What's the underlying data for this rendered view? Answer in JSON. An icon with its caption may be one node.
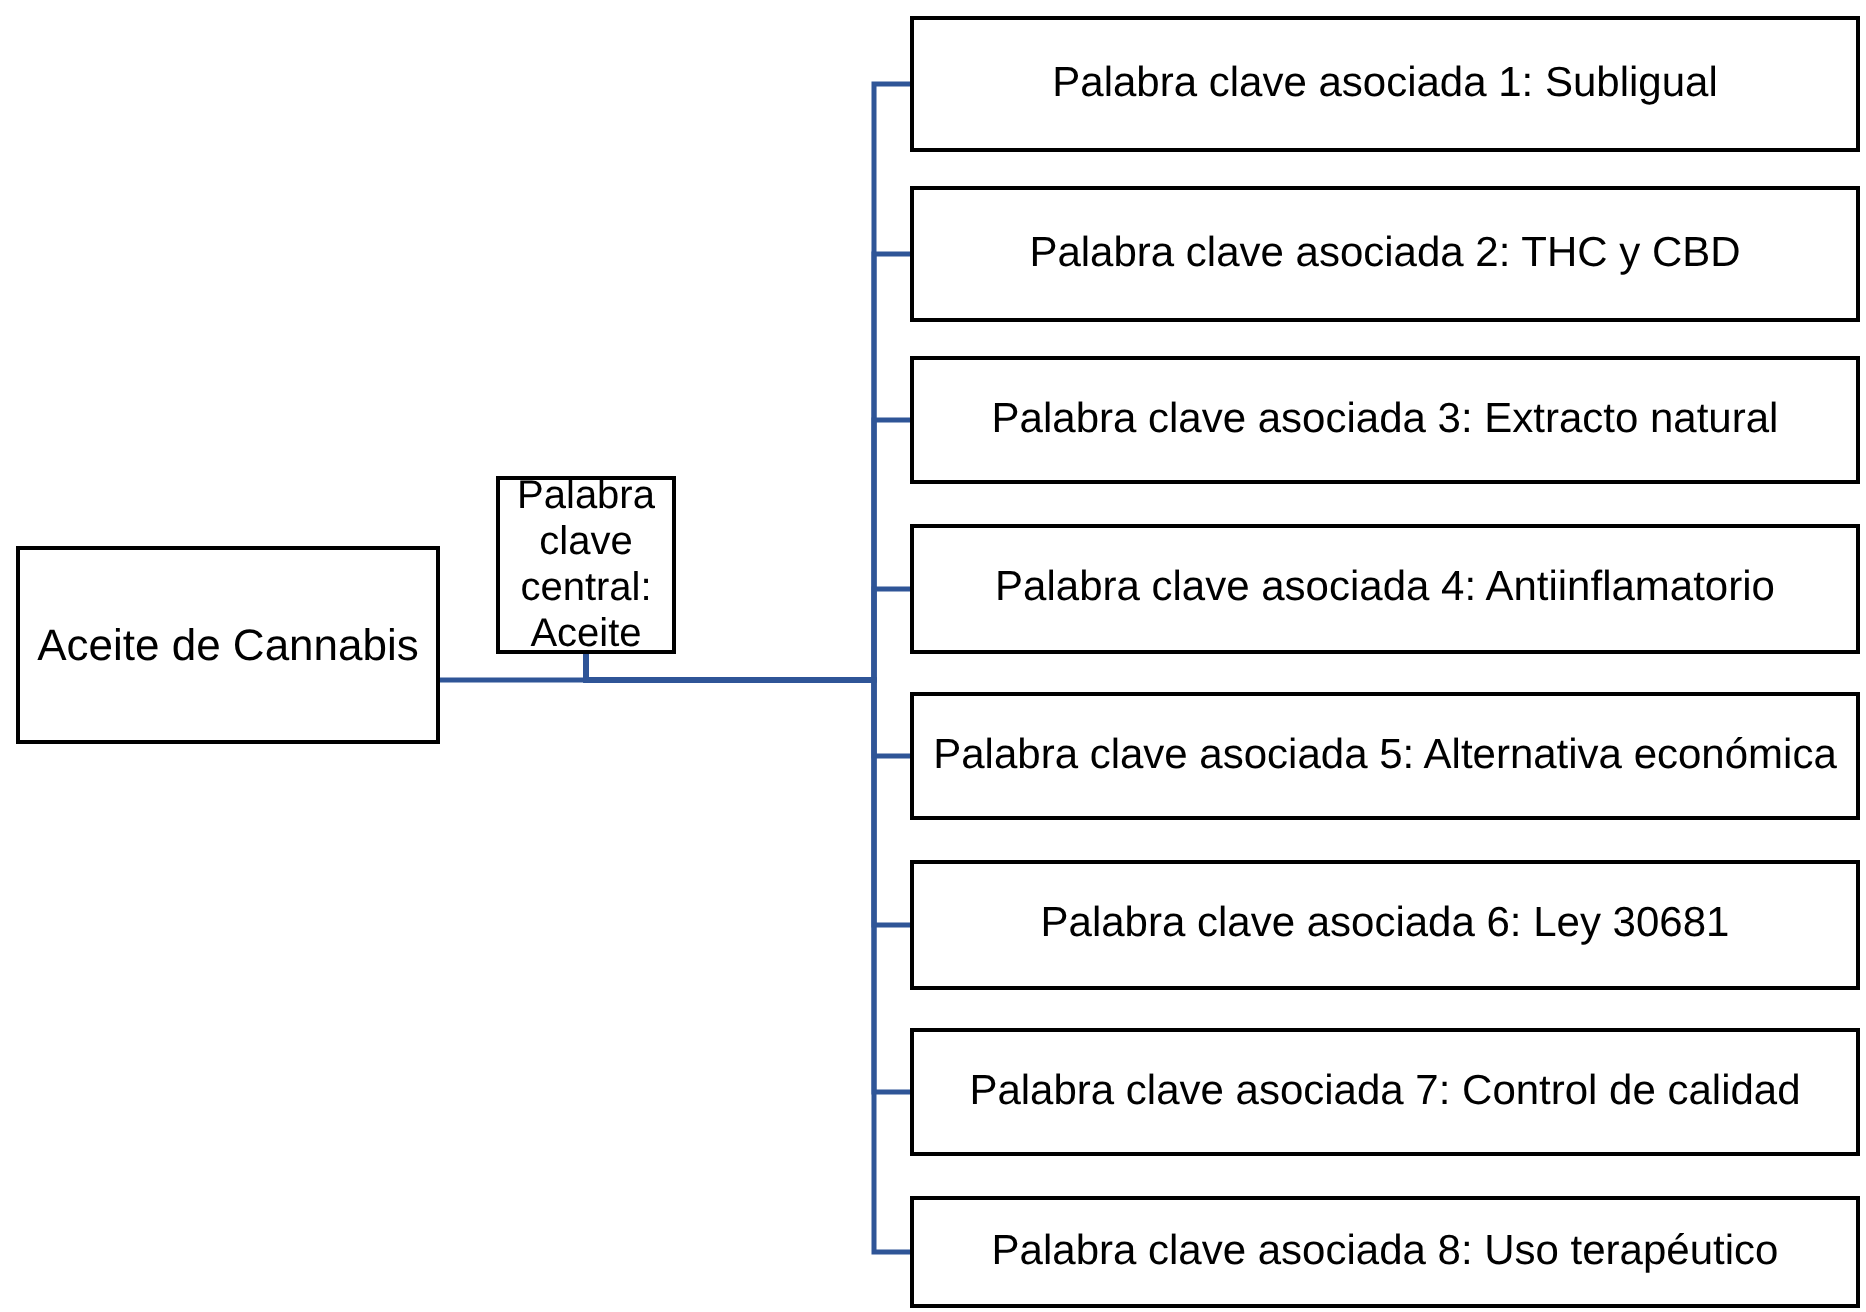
{
  "diagram": {
    "nodes": [
      {
        "text": [
          "Aceite de Cannabis"
        ]
      },
      {
        "text": [
          "Palabra clave central: Aceite"
        ]
      },
      {
        "text": [
          "Palabra clave asociada 1: Subligual"
        ]
      },
      {
        "text": [
          "Palabra clave asociada 2: THC y CBD"
        ]
      },
      {
        "text": [
          "Palabra clave asociada 3: Extracto natural"
        ]
      },
      {
        "text": [
          "Palabra clave asociada 4: Antiinflamatorio"
        ]
      },
      {
        "text": [
          "Palabra clave asociada 5: Alternativa económica"
        ]
      },
      {
        "text": [
          "Palabra clave asociada 6: Ley 30681"
        ]
      },
      {
        "text": [
          "Palabra clave asociada 7: Control de calidad"
        ]
      },
      {
        "text": [
          "Palabra clave asociada 8: Uso terapéutico"
        ]
      }
    ],
    "edges": [
      {
        "from": 0,
        "to": 1,
        "arrow": "none"
      },
      {
        "from": 1,
        "to": 2,
        "arrow": "none"
      },
      {
        "from": 1,
        "to": 3,
        "arrow": "none"
      },
      {
        "from": 1,
        "to": 4,
        "arrow": "none"
      },
      {
        "from": 1,
        "to": 5,
        "arrow": "none"
      },
      {
        "from": 1,
        "to": 6,
        "arrow": "none"
      },
      {
        "from": 1,
        "to": 7,
        "arrow": "none"
      },
      {
        "from": 1,
        "to": 8,
        "arrow": "none"
      },
      {
        "from": 1,
        "to": 9,
        "arrow": "none"
      }
    ]
  }
}
